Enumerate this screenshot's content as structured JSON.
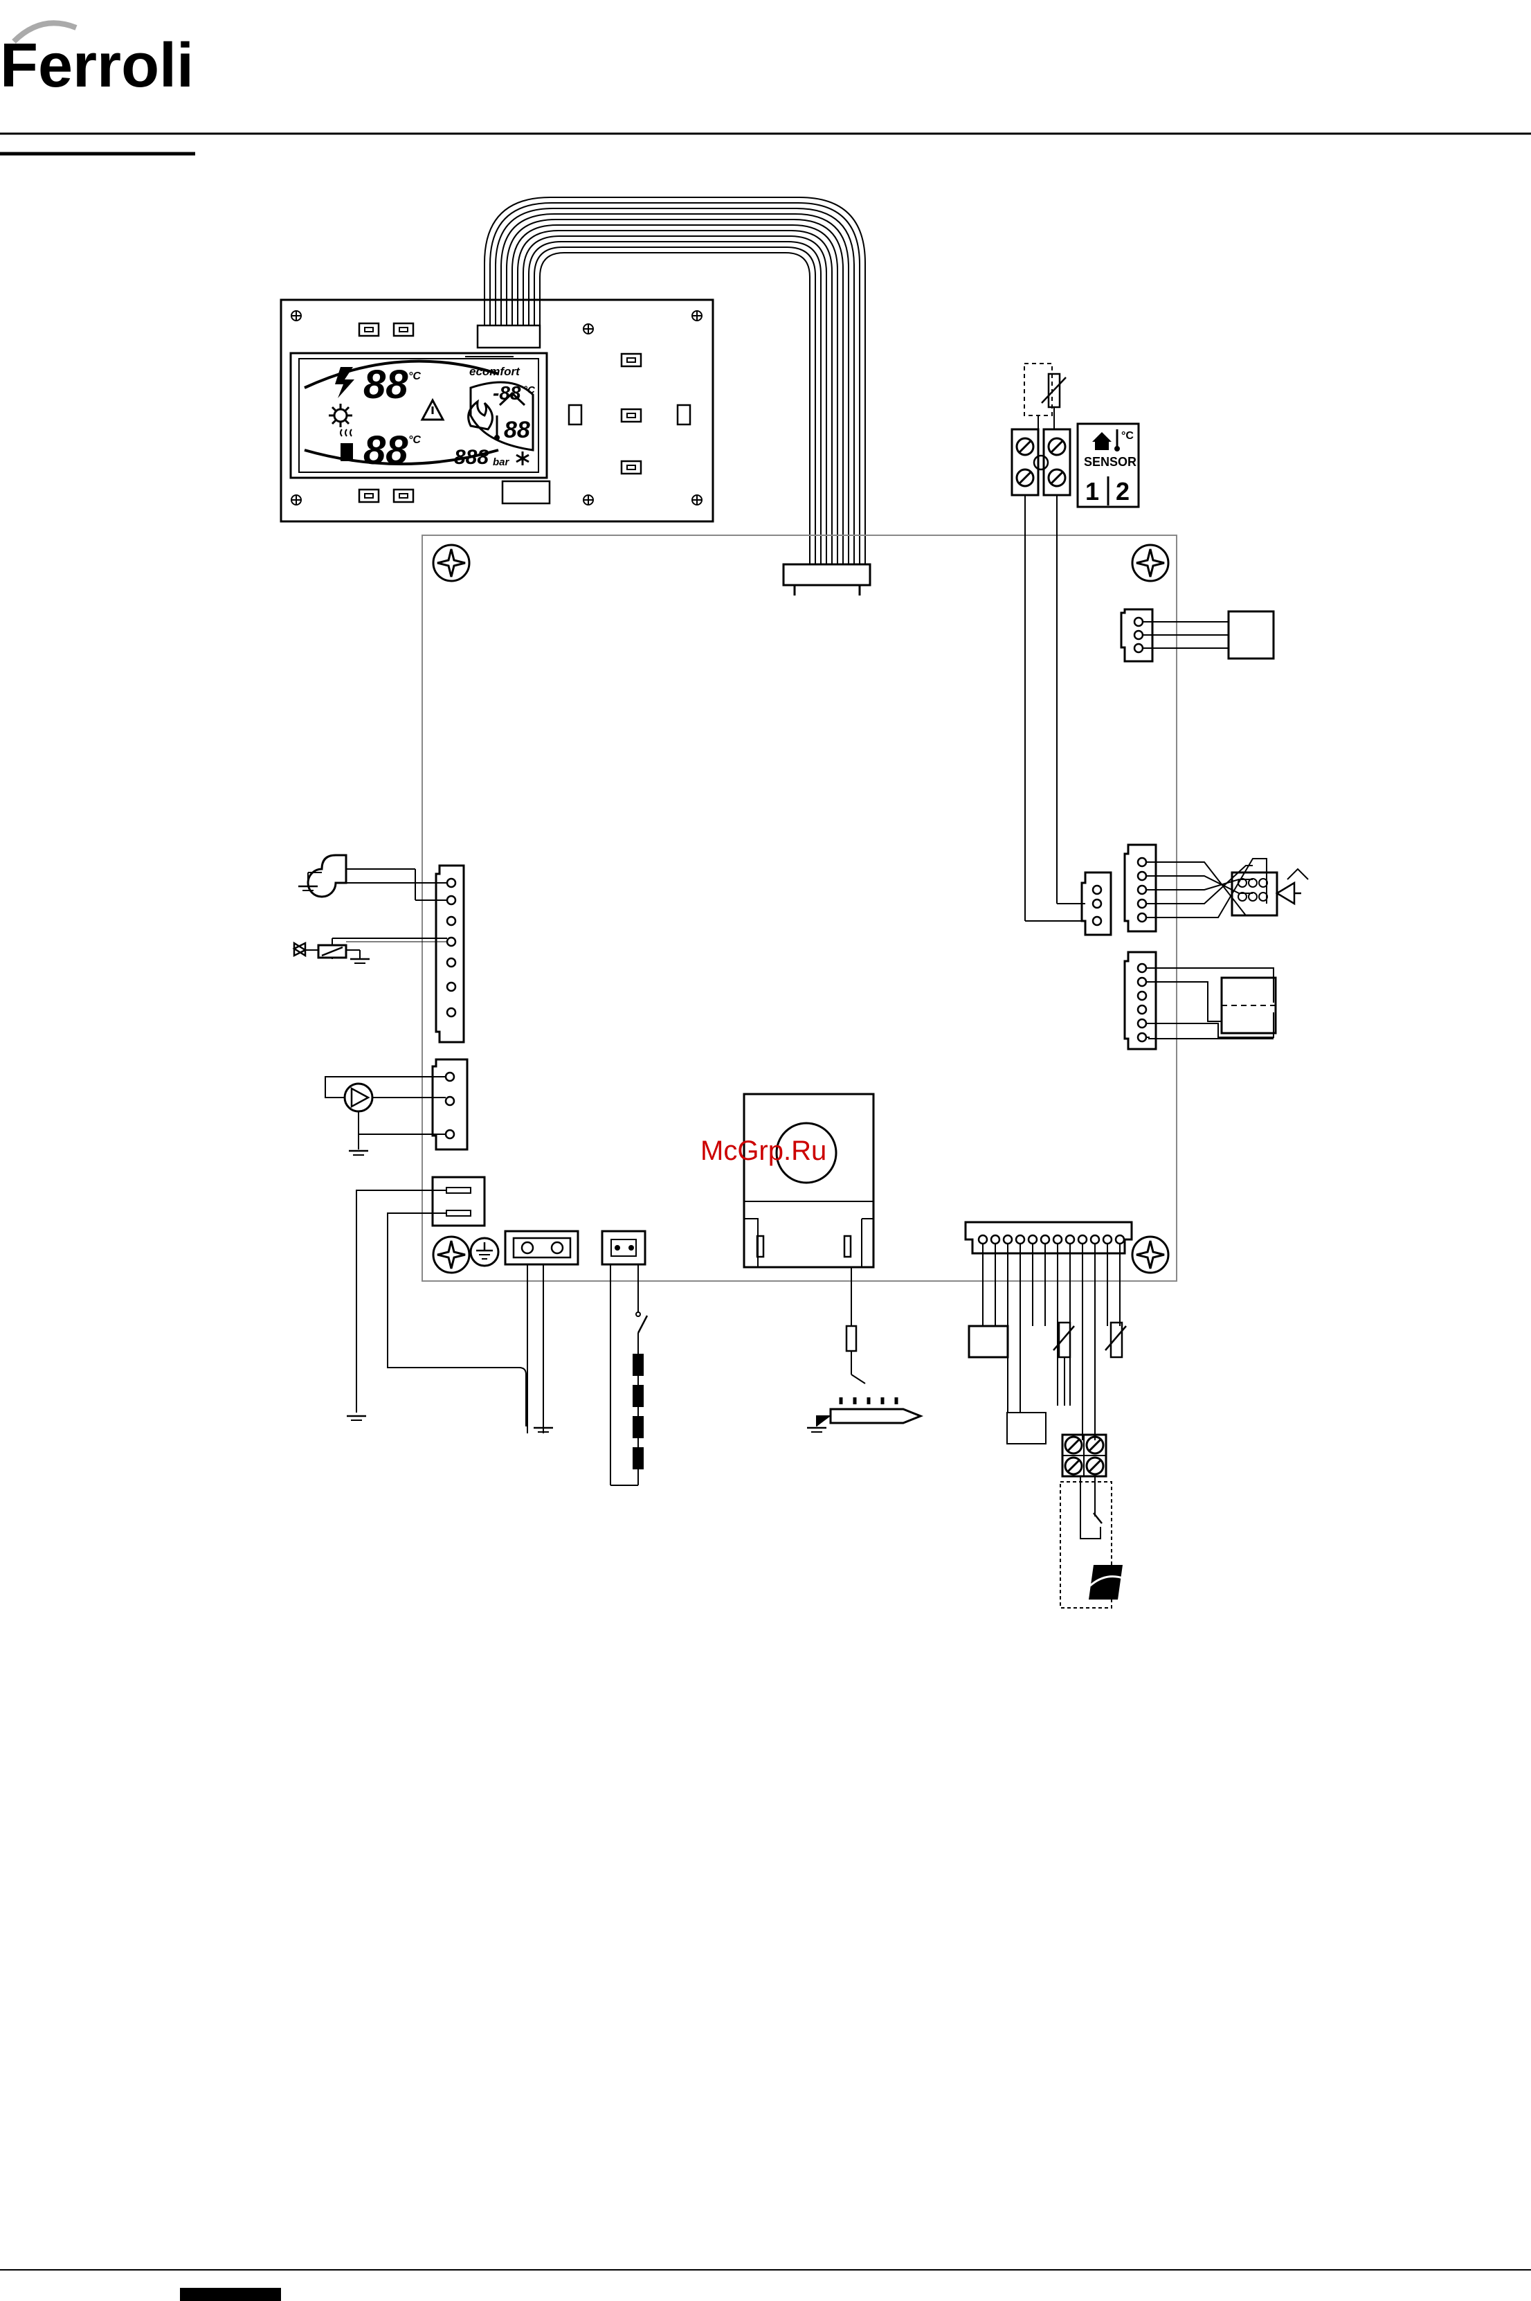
{
  "brand": {
    "logo": "Ferroli"
  },
  "display": {
    "brand": "ecomfort",
    "dhw_temp": "88",
    "dhw_unit": "°C",
    "outdoor_temp": "-88",
    "outdoor_unit": "°C",
    "heating_temp": "88",
    "heating_unit": "°C",
    "pressure_digits": "888",
    "pressure_unit": "bar",
    "small_digits": "88"
  },
  "sensor": {
    "label": "SENSOR",
    "terminal_1": "1",
    "terminal_2": "2",
    "unit": "°C"
  },
  "watermark": "McGrp.Ru",
  "colors": {
    "line": "#000000",
    "watermark": "#cc0000",
    "board_outline": "#888888"
  }
}
